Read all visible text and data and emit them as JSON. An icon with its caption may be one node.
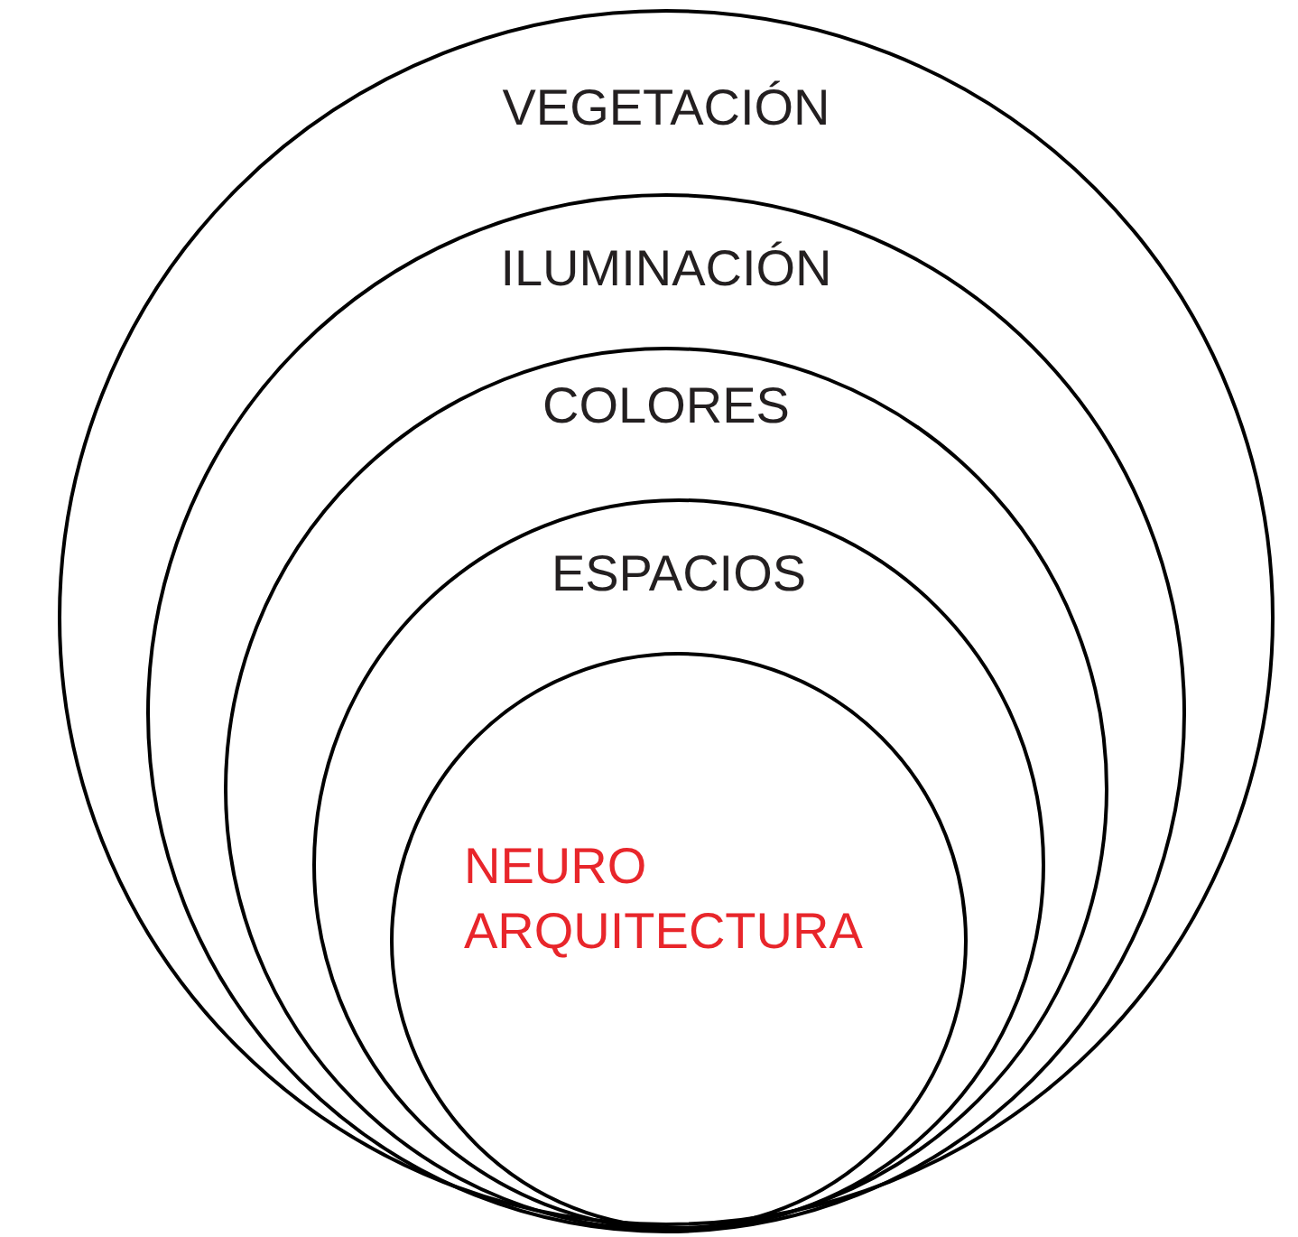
{
  "diagram": {
    "nodes": [
      {
        "text": [
          "VEGETACIÓN"
        ]
      },
      {
        "text": [
          "ILUMINACIÓN"
        ],
        "in": 0
      },
      {
        "text": [
          "COLORES"
        ],
        "in": 1
      },
      {
        "text": [
          "ESPACIOS"
        ],
        "in": 2
      },
      {
        "text": [
          "NEURO ARQUITECTURA"
        ],
        "in": 3
      }
    ]
  }
}
